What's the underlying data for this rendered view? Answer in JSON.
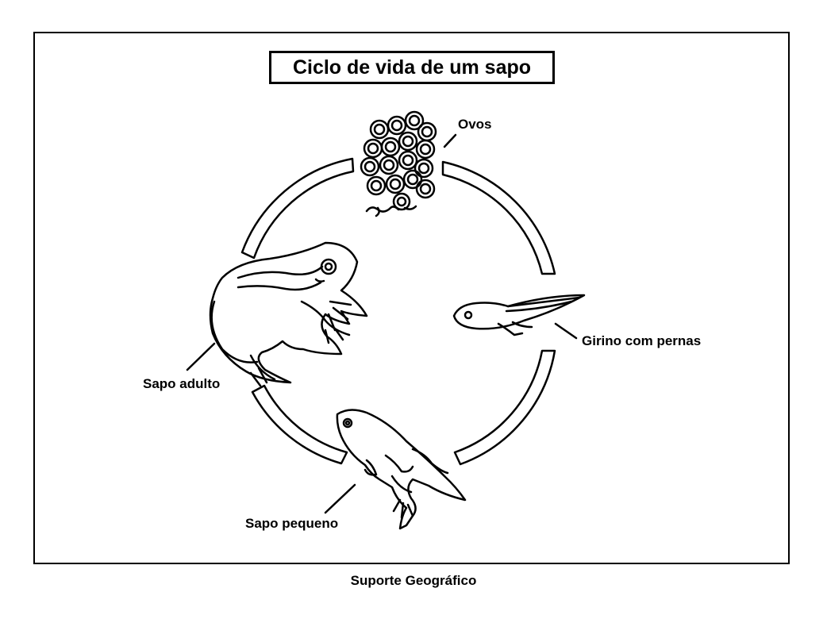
{
  "title": "Ciclo de vida de um sapo",
  "stages": {
    "eggs": "Ovos",
    "tadpole": "Girino com pernas",
    "froglet": "Sapo pequeno",
    "adult": "Sapo adulto"
  },
  "credit": "Suporte Geográfico"
}
